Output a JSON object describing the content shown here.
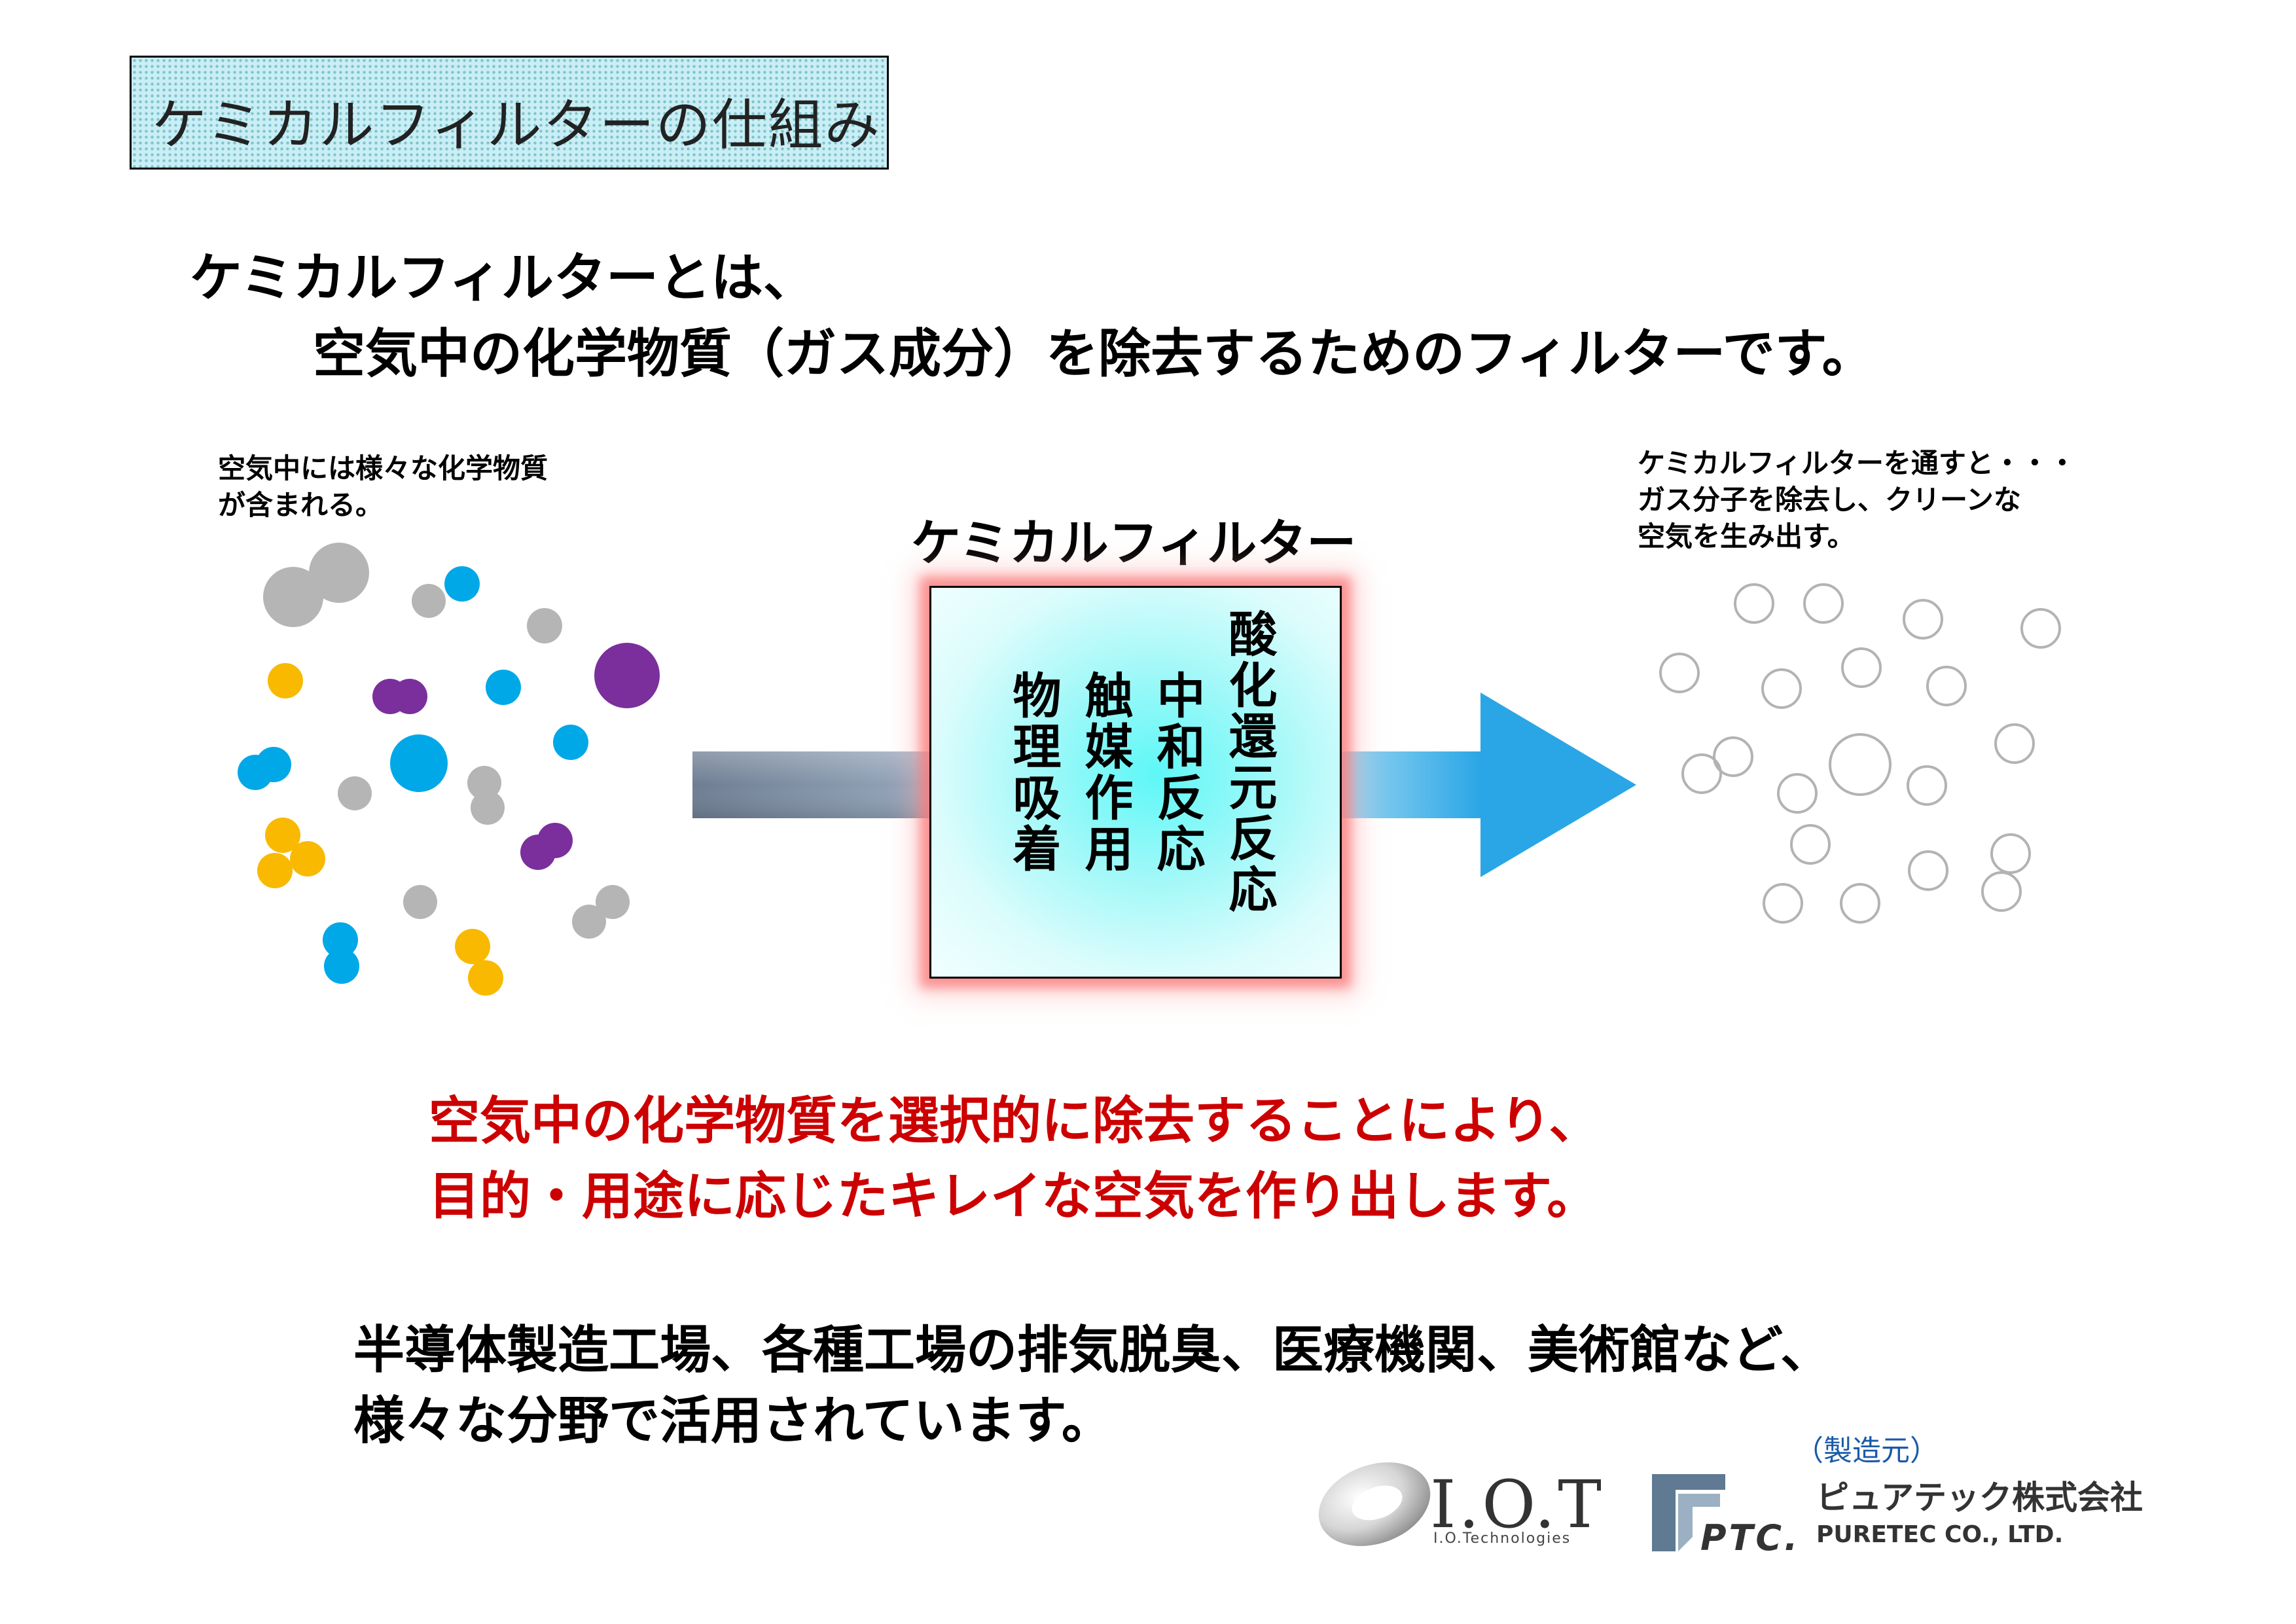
{
  "header": {
    "title": "ケミカルフィルターの仕組み"
  },
  "intro": {
    "line1": "ケミカルフィルターとは、",
    "line2": "空気中の化学物質（ガス成分）を除去するためのフィルターです。"
  },
  "left_note": {
    "line1": "空気中には様々な化学物質",
    "line2": "が含まれる。"
  },
  "right_note": {
    "line1": "ケミカルフィルターを通すと・・・",
    "line2": "ガス分子を除去し、クリーンな",
    "line3": "空気を生み出す。"
  },
  "filter": {
    "title": "ケミカルフィルター",
    "mechanisms": [
      "酸化還元反応",
      "中和反応",
      "触媒作用",
      "物理吸着"
    ]
  },
  "highlight": {
    "line1": "空気中の化学物質を選択的に除去することにより、",
    "line2": "目的・用途に応じたキレイな空気を作り出します。"
  },
  "applications": {
    "line1": "半導体製造工場、各種工場の排気脱臭、医療機関、美術館など、",
    "line2": "様々な分野で活用されています。"
  },
  "footer": {
    "maker_label": "（製造元）",
    "iot_logo_text": "I.O.T",
    "iot_subtext": "I.O.Technologies",
    "ptc_logo_text": "PTC.",
    "puretec_jp": "ピュアテック株式会社",
    "puretec_en": "PURETEC CO., LTD."
  },
  "colors": {
    "gray_molecule": "#b5b5b5",
    "blue_molecule": "#00a8e8",
    "yellow_molecule": "#f8b900",
    "purple_molecule": "#7a2f9c",
    "highlight_text": "#cc0000",
    "arrow_blue": "#2aa6e6"
  },
  "icons": {
    "iot_logo": "ring-logo-icon",
    "ptc_logo": "ptc-logo-icon"
  }
}
